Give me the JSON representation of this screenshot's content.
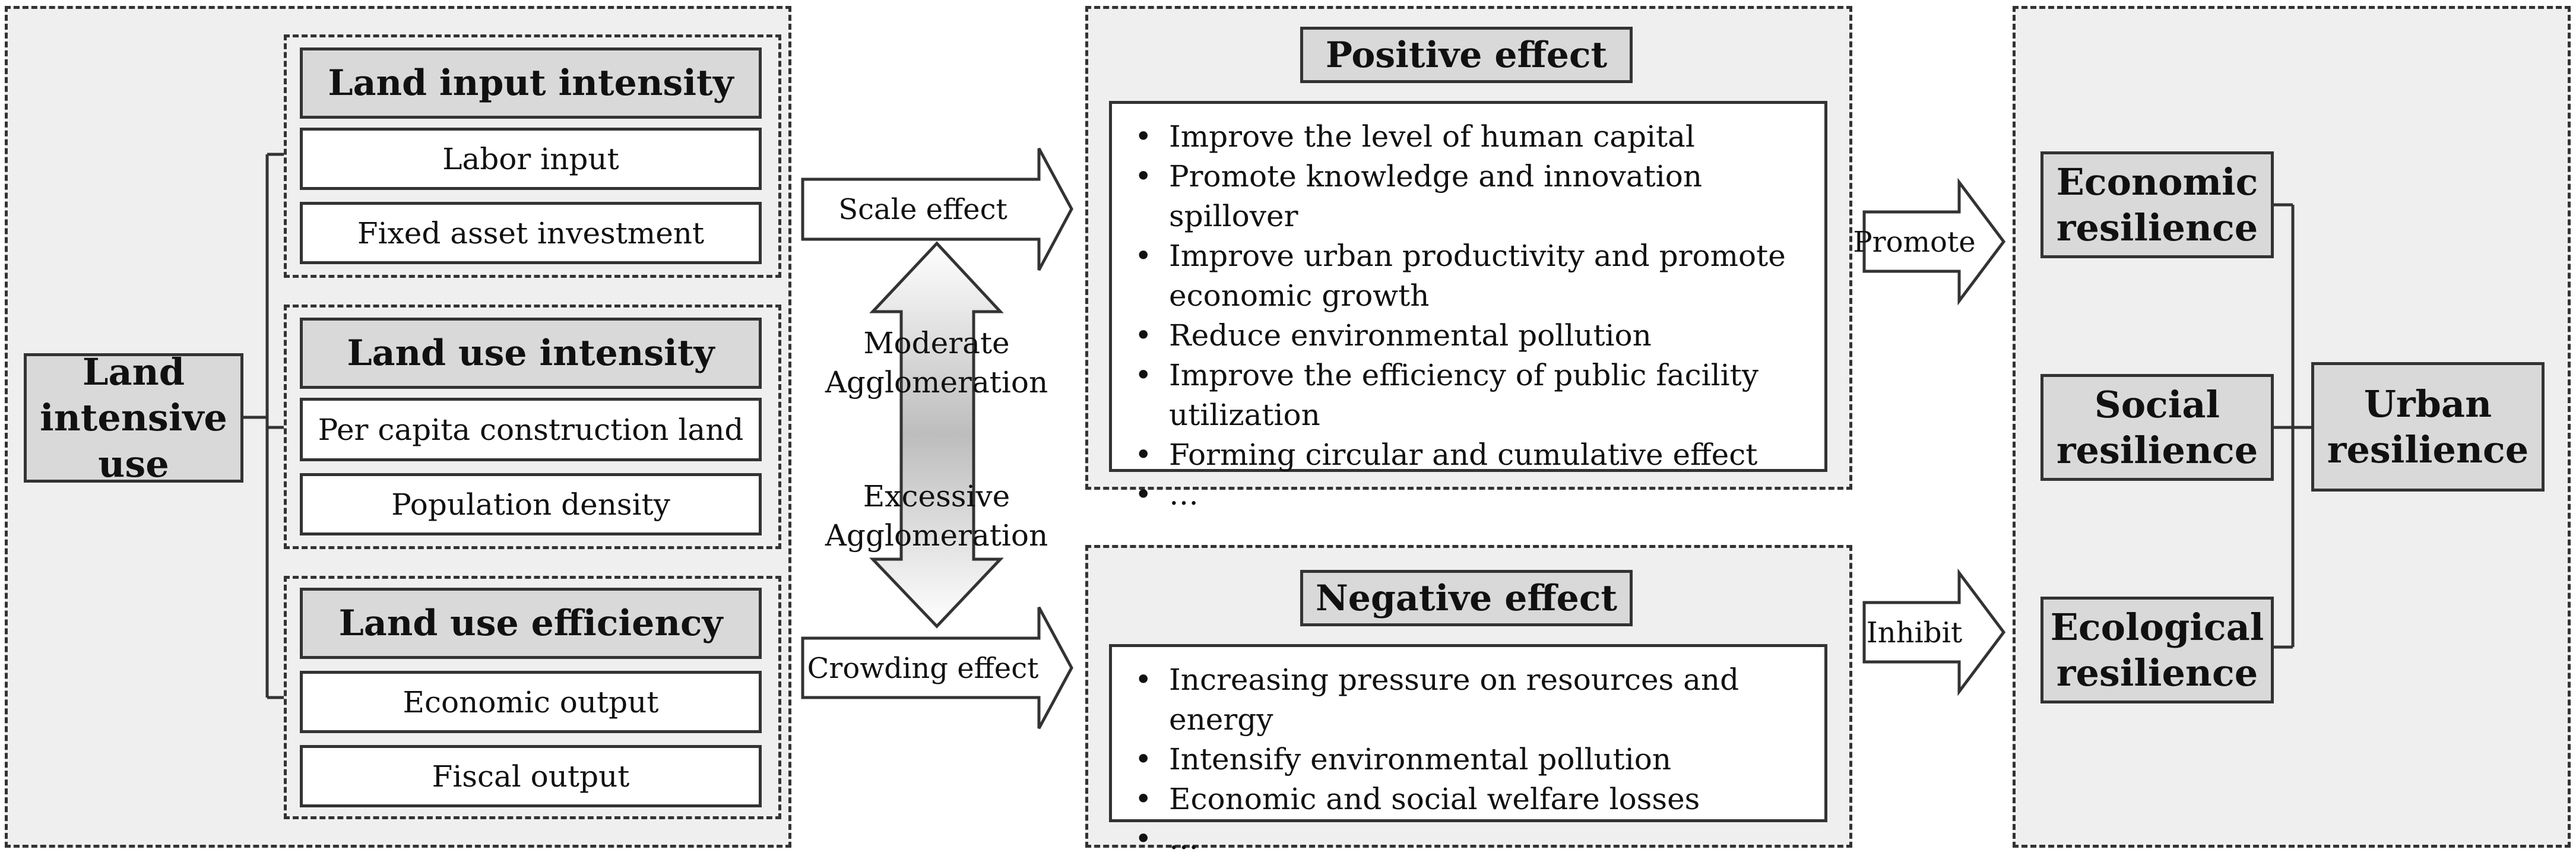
{
  "land_intensive_use": "Land intensive use",
  "groups": [
    {
      "title": "Land input intensity",
      "items": [
        "Labor input",
        "Fixed asset investment"
      ]
    },
    {
      "title": "Land use intensity",
      "items": [
        "Per capita construction land",
        "Population density"
      ]
    },
    {
      "title": "Land use efficiency",
      "items": [
        "Economic output",
        "Fiscal output"
      ]
    }
  ],
  "effects": {
    "scale": "Scale effect",
    "crowding": "Crowding effect",
    "moderate": "Moderate Agglomeration",
    "excessive": "Excessive Agglomeration"
  },
  "positive": {
    "title": "Positive effect",
    "items": [
      "Improve the level of human capital",
      "Promote knowledge and innovation spillover",
      "Improve urban productivity and promote economic growth",
      "Reduce environmental pollution",
      "Improve the efficiency of public facility utilization",
      "Forming circular and cumulative effect",
      "…"
    ]
  },
  "negative": {
    "title": "Negative effect",
    "items": [
      "Increasing pressure on resources and energy",
      "Intensify environmental pollution",
      "Economic and social welfare losses",
      "…"
    ]
  },
  "links": {
    "promote": "Promote",
    "inhibit": "Inhibit"
  },
  "resilience": {
    "economic": "Economic resilience",
    "social": "Social resilience",
    "ecological": "Ecological resilience",
    "urban": "Urban resilience"
  }
}
